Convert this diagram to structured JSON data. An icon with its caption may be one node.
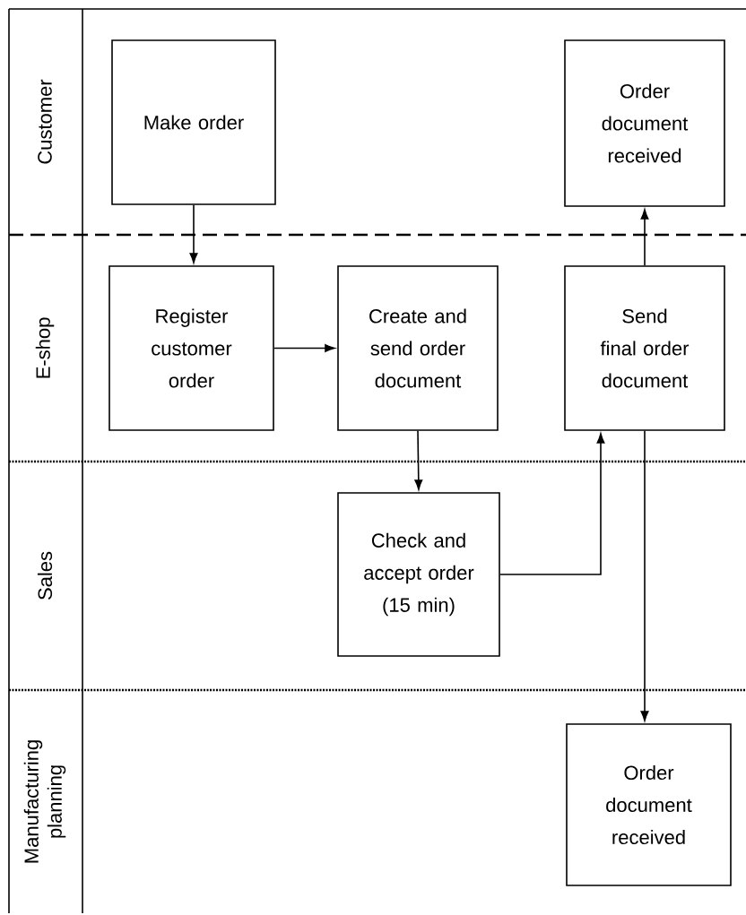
{
  "diagram": {
    "nodes": [
      {
        "text": [
          "Customer"
        ]
      },
      {
        "text": [
          "E-shop"
        ]
      },
      {
        "text": [
          "Sales"
        ]
      },
      {
        "text": [
          "Manufacturing planning"
        ]
      },
      {
        "text": [
          "Make order"
        ],
        "in": 0
      },
      {
        "text": [
          "Order document received"
        ],
        "in": 0
      },
      {
        "text": [
          "Register customer order"
        ],
        "in": 1
      },
      {
        "text": [
          "Create and send order document"
        ],
        "in": 1
      },
      {
        "text": [
          "Send final order document"
        ],
        "in": 1
      },
      {
        "text": [
          "Check and accept order (15 min)"
        ],
        "in": 2
      },
      {
        "text": [
          "Order document received"
        ],
        "in": 3
      }
    ],
    "edges": [
      {
        "from": 4,
        "to": 6,
        "arrow": "to"
      },
      {
        "from": 6,
        "to": 7,
        "arrow": "to"
      },
      {
        "from": 7,
        "to": 9,
        "arrow": "to"
      },
      {
        "from": 9,
        "to": 8,
        "arrow": "to"
      },
      {
        "from": 8,
        "to": 5,
        "arrow": "to"
      },
      {
        "from": 8,
        "to": 10,
        "arrow": "to"
      }
    ]
  }
}
